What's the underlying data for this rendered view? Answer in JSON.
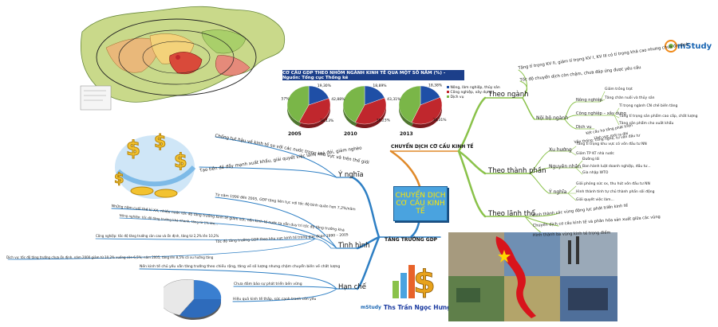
{
  "center": {
    "line1": "CHUYỂN DỊCH",
    "line2": "CƠ CẤU KINH TẾ"
  },
  "top_branch": {
    "label": "CHUYỂN DỊCH CƠ CẤU KINH TẾ"
  },
  "bottom_branch": {
    "label": "TĂNG TRƯỞNG GDP"
  },
  "logo": {
    "text": "mStudy",
    "author": "Ths Trần Ngọc Hưng"
  },
  "pie_panel": {
    "title": "CƠ CẤU GDP THEO NHÓM NGÀNH KINH TẾ QUA MỘT SỐ NĂM (%) - Nguồn: Tổng cục Thống kê",
    "legend": [
      "Nông, lâm nghiệp, thủy sản",
      "Công nghiệp, xây dựng",
      "Dịch vụ"
    ],
    "colors": [
      "#1f4fa6",
      "#c0272d",
      "#7ab648"
    ]
  },
  "chart_data": {
    "type": "pie",
    "title": "CƠ CẤU GDP THEO NHÓM NGÀNH KINH TẾ QUA MỘT SỐ NĂM (%) - Nguồn: Tổng cục Thống kê",
    "categories": [
      "Nông, lâm nghiệp, thủy sản",
      "Công nghiệp, xây dựng",
      "Dịch vụ"
    ],
    "series": [
      {
        "name": "2005",
        "values": [
          19.3,
          38.1,
          42.6
        ]
      },
      {
        "name": "2010",
        "values": [
          18.9,
          38.2,
          42.9
        ]
      },
      {
        "name": "2013",
        "values": [
          18.4,
          38.3,
          43.3
        ]
      }
    ],
    "labels": [
      [
        "19,30%",
        "38,13%",
        "42,57%"
      ],
      [
        "18,89%",
        "38,23%",
        "42,88%"
      ],
      [
        "18,38%",
        "38,31%",
        "43,31%"
      ]
    ]
  },
  "right": {
    "theo_nganh": {
      "label": "Theo ngành",
      "items": [
        "Tăng tỉ trọng KV II, giảm tỉ trọng KV I, KV III có tỉ trọng khá cao nhưng chưa ổn định",
        "Tốc độ chuyển dịch còn chậm, chưa đáp ứng được yêu cầu"
      ],
      "noi_bo": {
        "label": "Nội bộ ngành",
        "groups": [
          {
            "label": "Nông nghiệp",
            "items": [
              "Giảm trồng trọt",
              "Tăng chăn nuôi và thủy sản"
            ]
          },
          {
            "label": "Công nghiệp – xây dựng",
            "items": [
              "Tỉ trọng ngành CN chế biến tăng",
              "Tăng tỉ trọng sản phẩm cao cấp, chất lượng",
              "Tăng sản phẩm cho xuất khẩu"
            ]
          },
          {
            "label": "Dịch vụ",
            "items": [
              "Kết cấu hạ tầng phát triển",
              "Lĩnh vực mới ra đời"
            ]
          }
        ]
      }
    },
    "theo_thanh_phan": {
      "label": "Theo thành phần",
      "pre": "Vẫn thống: công nghệ, tư vấn đầu tư",
      "groups": [
        {
          "label": "Xu hướng",
          "items": [
            "Tăng tỉ trọng khu vực có vốn đầu tư NN",
            "Giảm TP KT nhà nước"
          ]
        },
        {
          "label": "Nguyên nhân",
          "items": [
            "Đường lối",
            "Ban hành luật doanh nghiệp, đầu tư...",
            "Gia nhập WTO"
          ]
        },
        {
          "label": "Ý nghĩa",
          "items": [
            "Giải phóng sức sx, thu hút vốn đầu tư NN",
            "Hình thành tính tự chủ thành phần sôi động",
            "Giải quyết việc làm..."
          ]
        }
      ]
    },
    "theo_lanh_tho": {
      "label": "Theo lãnh thổ",
      "items": [
        "Hình thành các vùng động lực phát triển kinh tế",
        "Chuyển dịch cơ cấu kinh tế và phân hóa sản xuất giữa các vùng",
        "Hình thành ba vùng kinh tế trọng điểm"
      ]
    }
  },
  "left": {
    "y_nghia": {
      "label": "Ý nghĩa",
      "items": [
        "Chống tụt hậu về kinh tế so với các nước trong khu vực và trên thế giới",
        "Tạo tiền đề đẩy mạnh xuất khẩu, giải quyết việc làm, xoá đói, giảm nghèo"
      ]
    },
    "tinh_hinh": {
      "label": "Tình hình",
      "items": [
        "Từ năm 1990 đến 2005, GDP tăng liên tục với tốc độ bình quân hơn 7,2%/năm",
        "Những năm cuối thế kỉ XX, nhiều nước tốc độ tăng trưởng kinh tế giảm sút, nền kinh tế nước ta vẫn duy trì tốc độ tăng trưởng khá",
        "Nông nghiệp: tốc độ tăng trưởng khá nhanh, tăng từ 1% lên...",
        "Công nghiệp: tốc độ tăng trưởng còn cao và ổn định, tăng từ 2,2% lên 10,2%",
        "Tốc độ tăng trưởng GDP theo khu vực kinh tế trong giai đoạn 1990 – 2005",
        "Dịch vụ: tốc độ tăng trưởng chưa ổn định, năm 2000 giảm từ 10,2% xuống còn 6,5%; năm 2005, tăng lên 8,5% có xu hướng tăng"
      ]
    },
    "han_che": {
      "label": "Hạn chế",
      "items": [
        "Nền kinh tế chủ yếu vẫn tăng trưởng theo chiều rộng, tăng về số lượng nhưng chậm chuyển biến về chất lượng",
        "Chưa đảm bảo sự phát triển bền vững",
        "Hiệu quả kinh tế thấp, sức cạnh tranh còn yếu"
      ]
    }
  }
}
